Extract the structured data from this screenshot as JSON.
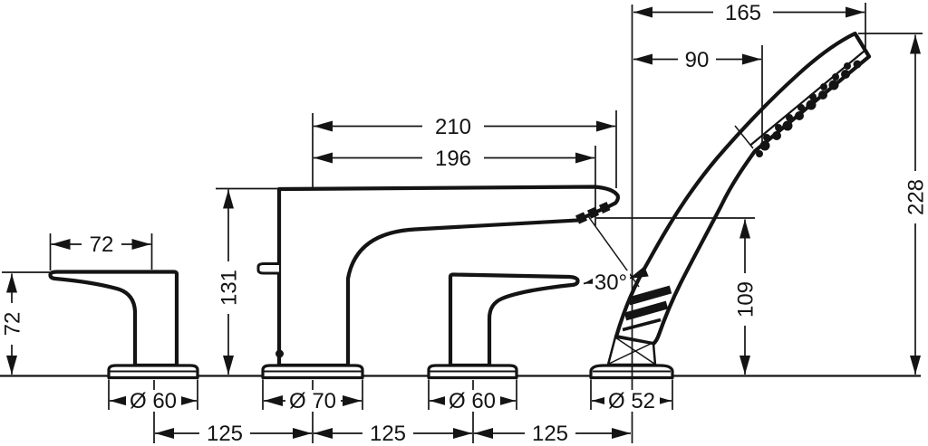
{
  "drawing": {
    "type": "technical-dimension-drawing",
    "subject": "4-hole rim-mounted bath mixer with hand shower",
    "colors": {
      "line": "#141414",
      "background": "#ffffff"
    },
    "dims": {
      "width_165": "165",
      "offset_90": "90",
      "reach_210": "210",
      "reach_196": "196",
      "height_228": "228",
      "handle_length_72": "72",
      "handle_height_72": "72",
      "spout_height_131": "131",
      "holder_height_109": "109",
      "angle_30": "30°",
      "dia_handle_left": "Ø 60",
      "dia_spout": "Ø 70",
      "dia_handle_right": "Ø 60",
      "dia_shower_base": "Ø 52",
      "pitch_left": "125",
      "pitch_middle": "125",
      "pitch_right": "125"
    }
  }
}
